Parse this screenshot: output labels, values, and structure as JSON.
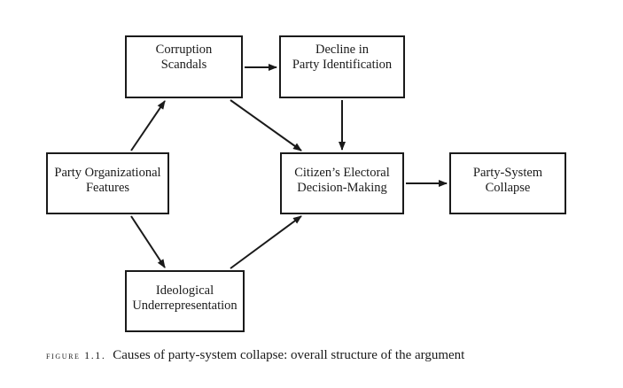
{
  "nodes": {
    "corruption": {
      "line1": "Corruption",
      "line2": "Scandals"
    },
    "decline": {
      "line1": "Decline in",
      "line2": "Party Identification"
    },
    "party_org": {
      "line1": "Party Organizational",
      "line2": "Features"
    },
    "citizen": {
      "line1": "Citizen’s Electoral",
      "line2": "Decision-Making"
    },
    "collapse": {
      "line1": "Party-System",
      "line2": "Collapse"
    },
    "ideological": {
      "line1": "Ideological",
      "line2": "Underrepresentation"
    }
  },
  "edges": [
    {
      "from": "party_org",
      "to": "corruption"
    },
    {
      "from": "party_org",
      "to": "ideological"
    },
    {
      "from": "corruption",
      "to": "decline"
    },
    {
      "from": "corruption",
      "to": "citizen"
    },
    {
      "from": "decline",
      "to": "citizen"
    },
    {
      "from": "ideological",
      "to": "citizen"
    },
    {
      "from": "citizen",
      "to": "collapse"
    }
  ],
  "caption": {
    "label": "figure 1.1.",
    "text": "Causes of party-system collapse: overall structure of the argument"
  },
  "colors": {
    "stroke": "#1a1a1a",
    "background": "#ffffff"
  }
}
